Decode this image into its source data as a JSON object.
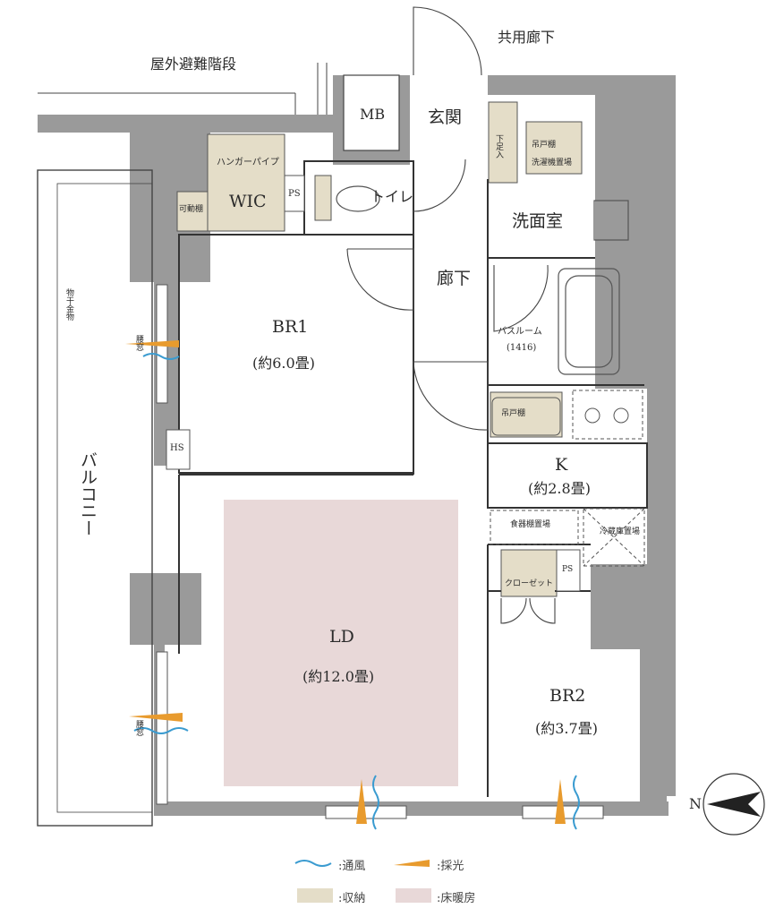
{
  "labels": {
    "outdoor_stairs": "屋外避難階段",
    "common_corridor": "共用廊下",
    "mb": "MB",
    "entrance": "玄関",
    "shoe_box": "下足入",
    "hanger_pipe": "ハンガーパイプ",
    "wic": "WIC",
    "movable_shelf": "可動棚",
    "ps_toilet": "PS",
    "toilet": "トイレ",
    "wall_cabinet_wash": "吊戸棚",
    "washer_space": "洗濯機置場",
    "washroom": "洗面室",
    "hallway": "廊下",
    "bathroom": "バスルーム",
    "bathroom_size": "(1416)",
    "br1": "BR1",
    "br1_size": "(約6.0畳)",
    "hs": "HS",
    "drying_hardware": "物干金物",
    "waist_window_1": "腰窓",
    "waist_window_2": "腰窓",
    "balcony": "バルコニー",
    "wall_cabinet_kitchen": "吊戸棚",
    "kitchen": "K",
    "kitchen_size": "(約2.8畳)",
    "dish_shelf": "食器棚置場",
    "fridge": "冷蔵庫置場",
    "ps_closet": "PS",
    "closet": "クローゼット",
    "ld": "LD",
    "ld_size": "(約12.0畳)",
    "br2": "BR2",
    "br2_size": "(約3.7畳)",
    "north": "N"
  },
  "legend": [
    {
      "label": ":通風",
      "type": "wind",
      "color": "#3a9bd0"
    },
    {
      "label": ":採光",
      "type": "light",
      "color": "#e89b2e"
    },
    {
      "label": ":収納",
      "type": "storage",
      "color": "#e4ddc8"
    },
    {
      "label": ":床暖房",
      "type": "floor-heating",
      "color": "#e8d8d8"
    }
  ],
  "colors": {
    "wall": "#9a9a9a",
    "storage": "#e4ddc8",
    "floor_heating": "#e8d8d8",
    "wind": "#3a9bd0",
    "light": "#e89b2e",
    "line": "#333333"
  }
}
